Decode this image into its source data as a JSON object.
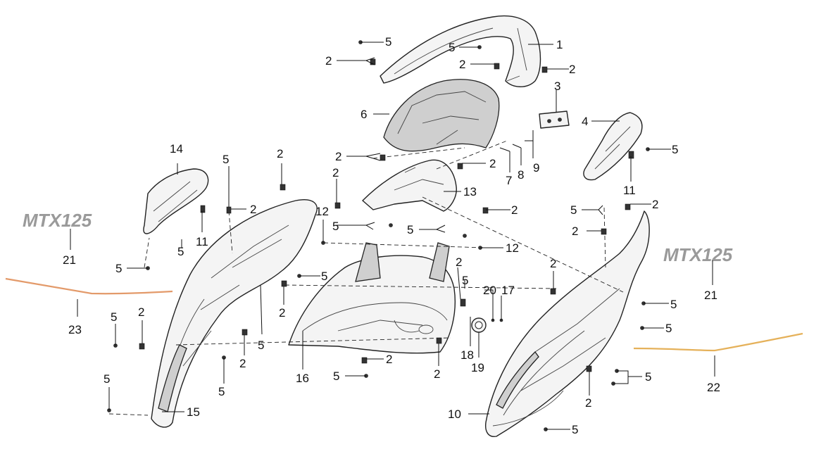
{
  "diagram": {
    "callouts": [
      {
        "id": "c1",
        "label": "1"
      },
      {
        "id": "c2a",
        "label": "2"
      },
      {
        "id": "c2b",
        "label": "2"
      },
      {
        "id": "c2c",
        "label": "2"
      },
      {
        "id": "c2d",
        "label": "2"
      },
      {
        "id": "c2e",
        "label": "2"
      },
      {
        "id": "c2f",
        "label": "2"
      },
      {
        "id": "c2g",
        "label": "2"
      },
      {
        "id": "c2h",
        "label": "2"
      },
      {
        "id": "c2i",
        "label": "2"
      },
      {
        "id": "c2j",
        "label": "2"
      },
      {
        "id": "c2k",
        "label": "2"
      },
      {
        "id": "c2l",
        "label": "2"
      },
      {
        "id": "c2m",
        "label": "2"
      },
      {
        "id": "c2n",
        "label": "2"
      },
      {
        "id": "c2o",
        "label": "2"
      },
      {
        "id": "c2p",
        "label": "2"
      },
      {
        "id": "c2q",
        "label": "2"
      },
      {
        "id": "c2r",
        "label": "2"
      },
      {
        "id": "c2s",
        "label": "2"
      },
      {
        "id": "c3",
        "label": "3"
      },
      {
        "id": "c4",
        "label": "4"
      },
      {
        "id": "c5a",
        "label": "5"
      },
      {
        "id": "c5b",
        "label": "5"
      },
      {
        "id": "c5c",
        "label": "5"
      },
      {
        "id": "c5d",
        "label": "5"
      },
      {
        "id": "c5e",
        "label": "5"
      },
      {
        "id": "c5f",
        "label": "5"
      },
      {
        "id": "c5g",
        "label": "5"
      },
      {
        "id": "c5h",
        "label": "5"
      },
      {
        "id": "c5i",
        "label": "5"
      },
      {
        "id": "c5j",
        "label": "5"
      },
      {
        "id": "c5k",
        "label": "5"
      },
      {
        "id": "c5l",
        "label": "5"
      },
      {
        "id": "c5m",
        "label": "5"
      },
      {
        "id": "c5n",
        "label": "5"
      },
      {
        "id": "c5o",
        "label": "5"
      },
      {
        "id": "c5p",
        "label": "5"
      },
      {
        "id": "c5q",
        "label": "5"
      },
      {
        "id": "c5r",
        "label": "5"
      },
      {
        "id": "c5s",
        "label": "5"
      },
      {
        "id": "c5t",
        "label": "5"
      },
      {
        "id": "c6",
        "label": "6"
      },
      {
        "id": "c7",
        "label": "7"
      },
      {
        "id": "c8",
        "label": "8"
      },
      {
        "id": "c9",
        "label": "9"
      },
      {
        "id": "c10",
        "label": "10"
      },
      {
        "id": "c11a",
        "label": "11"
      },
      {
        "id": "c11b",
        "label": "11"
      },
      {
        "id": "c12a",
        "label": "12"
      },
      {
        "id": "c12b",
        "label": "12"
      },
      {
        "id": "c13",
        "label": "13"
      },
      {
        "id": "c14",
        "label": "14"
      },
      {
        "id": "c15",
        "label": "15"
      },
      {
        "id": "c16",
        "label": "16"
      },
      {
        "id": "c17",
        "label": "17"
      },
      {
        "id": "c18",
        "label": "18"
      },
      {
        "id": "c19",
        "label": "19"
      },
      {
        "id": "c20",
        "label": "20"
      },
      {
        "id": "c21a",
        "label": "21"
      },
      {
        "id": "c21b",
        "label": "21"
      },
      {
        "id": "c22",
        "label": "22"
      },
      {
        "id": "c23",
        "label": "23"
      }
    ],
    "decal_text": {
      "left": "MTX125",
      "right": "MTX125"
    },
    "colors": {
      "stroke": "#222222",
      "decal": "#999999",
      "stripe_left": "#e39a6a",
      "stripe_right": "#e5b15a"
    }
  }
}
